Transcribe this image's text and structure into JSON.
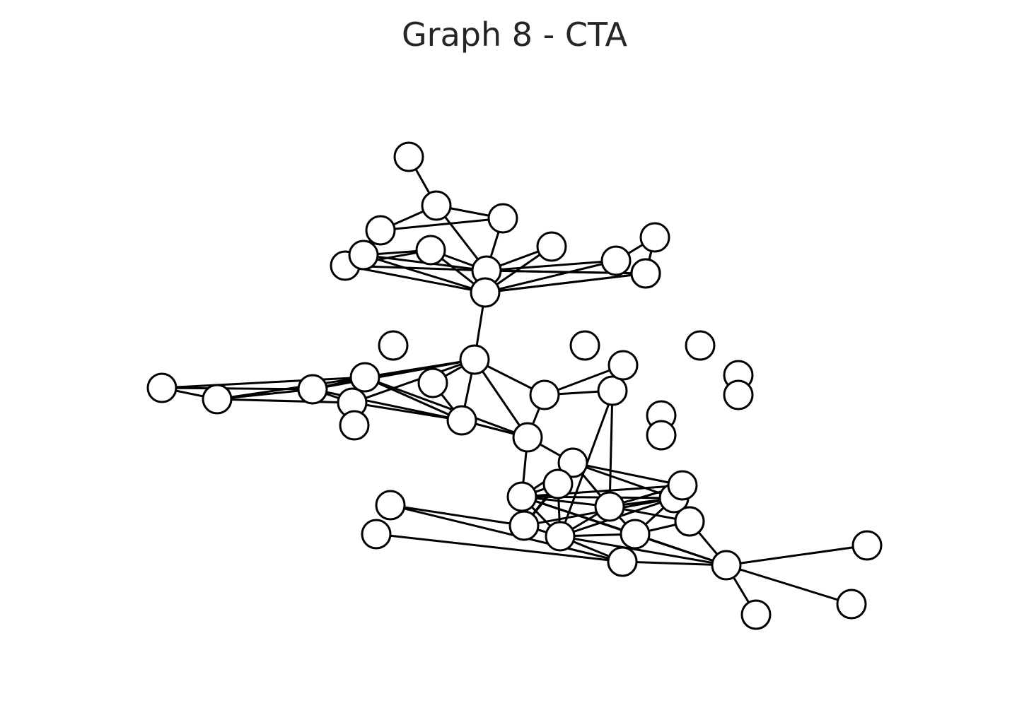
{
  "title": "Graph 8 - CTA",
  "colors": {
    "node_fill": "#ffffff",
    "stroke": "#000000",
    "title": "#262626"
  },
  "graph": {
    "node_count": 53,
    "edges": [
      [
        "n1",
        "n2"
      ],
      [
        "n2",
        "n3"
      ],
      [
        "n2",
        "n4"
      ],
      [
        "n3",
        "n4"
      ],
      [
        "n2",
        "n9"
      ],
      [
        "n4",
        "n9"
      ],
      [
        "n3",
        "n5"
      ],
      [
        "n3",
        "n6"
      ],
      [
        "n5",
        "n6"
      ],
      [
        "n6",
        "n7"
      ],
      [
        "n5",
        "n7"
      ],
      [
        "n6",
        "n9"
      ],
      [
        "n5",
        "n9"
      ],
      [
        "n7",
        "n9"
      ],
      [
        "n6",
        "n10"
      ],
      [
        "n7",
        "n10"
      ],
      [
        "n5",
        "n10"
      ],
      [
        "n9",
        "n10"
      ],
      [
        "n8",
        "n9"
      ],
      [
        "n8",
        "n10"
      ],
      [
        "n9",
        "n11"
      ],
      [
        "n10",
        "n11"
      ],
      [
        "n9",
        "n12"
      ],
      [
        "n10",
        "n12"
      ],
      [
        "n11",
        "n13"
      ],
      [
        "n12",
        "n13"
      ],
      [
        "n13",
        "n14"
      ],
      [
        "n9",
        "n14"
      ],
      [
        "n10",
        "n14"
      ],
      [
        "n10",
        "n17"
      ],
      [
        "n17",
        "n20"
      ],
      [
        "n17",
        "n21"
      ],
      [
        "n17",
        "n22"
      ],
      [
        "n17",
        "n23"
      ],
      [
        "n17",
        "n25"
      ],
      [
        "n17",
        "n26"
      ],
      [
        "n17",
        "n27"
      ],
      [
        "n18",
        "n19"
      ],
      [
        "n18",
        "n20"
      ],
      [
        "n19",
        "n20"
      ],
      [
        "n19",
        "n23"
      ],
      [
        "n20",
        "n21"
      ],
      [
        "n18",
        "n21"
      ],
      [
        "n19",
        "n21"
      ],
      [
        "n20",
        "n23"
      ],
      [
        "n21",
        "n23"
      ],
      [
        "n20",
        "n25"
      ],
      [
        "n21",
        "n25"
      ],
      [
        "n22",
        "n25"
      ],
      [
        "n23",
        "n25"
      ],
      [
        "n21",
        "n27"
      ],
      [
        "n25",
        "n27"
      ],
      [
        "n26",
        "n27"
      ],
      [
        "n26",
        "n28"
      ],
      [
        "n26",
        "n34"
      ],
      [
        "n27",
        "n29"
      ],
      [
        "n27",
        "n31"
      ],
      [
        "n29",
        "n30"
      ],
      [
        "n29",
        "n31"
      ],
      [
        "n29",
        "n32"
      ],
      [
        "n30",
        "n31"
      ],
      [
        "n31",
        "n32"
      ],
      [
        "n29",
        "n33"
      ],
      [
        "n31",
        "n33"
      ],
      [
        "n32",
        "n33"
      ],
      [
        "n29",
        "n35"
      ],
      [
        "n31",
        "n35"
      ],
      [
        "n33",
        "n35"
      ],
      [
        "n32",
        "n35"
      ],
      [
        "n29",
        "n37"
      ],
      [
        "n33",
        "n37"
      ],
      [
        "n31",
        "n37"
      ],
      [
        "n30",
        "n37"
      ],
      [
        "n33",
        "n38"
      ],
      [
        "n31",
        "n38"
      ],
      [
        "n30",
        "n38"
      ],
      [
        "n32",
        "n38"
      ],
      [
        "n34",
        "n38"
      ],
      [
        "n37",
        "n38"
      ],
      [
        "n31",
        "n39"
      ],
      [
        "n33",
        "n39"
      ],
      [
        "n32",
        "n39"
      ],
      [
        "n38",
        "n39"
      ],
      [
        "n32",
        "n40"
      ],
      [
        "n33",
        "n40"
      ],
      [
        "n36",
        "n40"
      ],
      [
        "n39",
        "n40"
      ],
      [
        "n31",
        "n41"
      ],
      [
        "n38",
        "n41"
      ],
      [
        "n39",
        "n41"
      ],
      [
        "n40",
        "n41"
      ],
      [
        "n41",
        "n42"
      ],
      [
        "n41",
        "n44"
      ],
      [
        "n41",
        "n43"
      ],
      [
        "n37",
        "n45"
      ],
      [
        "n45",
        "n46"
      ],
      [
        "n41",
        "n46"
      ],
      [
        "n38",
        "n46"
      ],
      [
        "n46",
        "n47"
      ],
      [
        "n46",
        "n48"
      ],
      [
        "n28",
        "n32"
      ]
    ]
  }
}
